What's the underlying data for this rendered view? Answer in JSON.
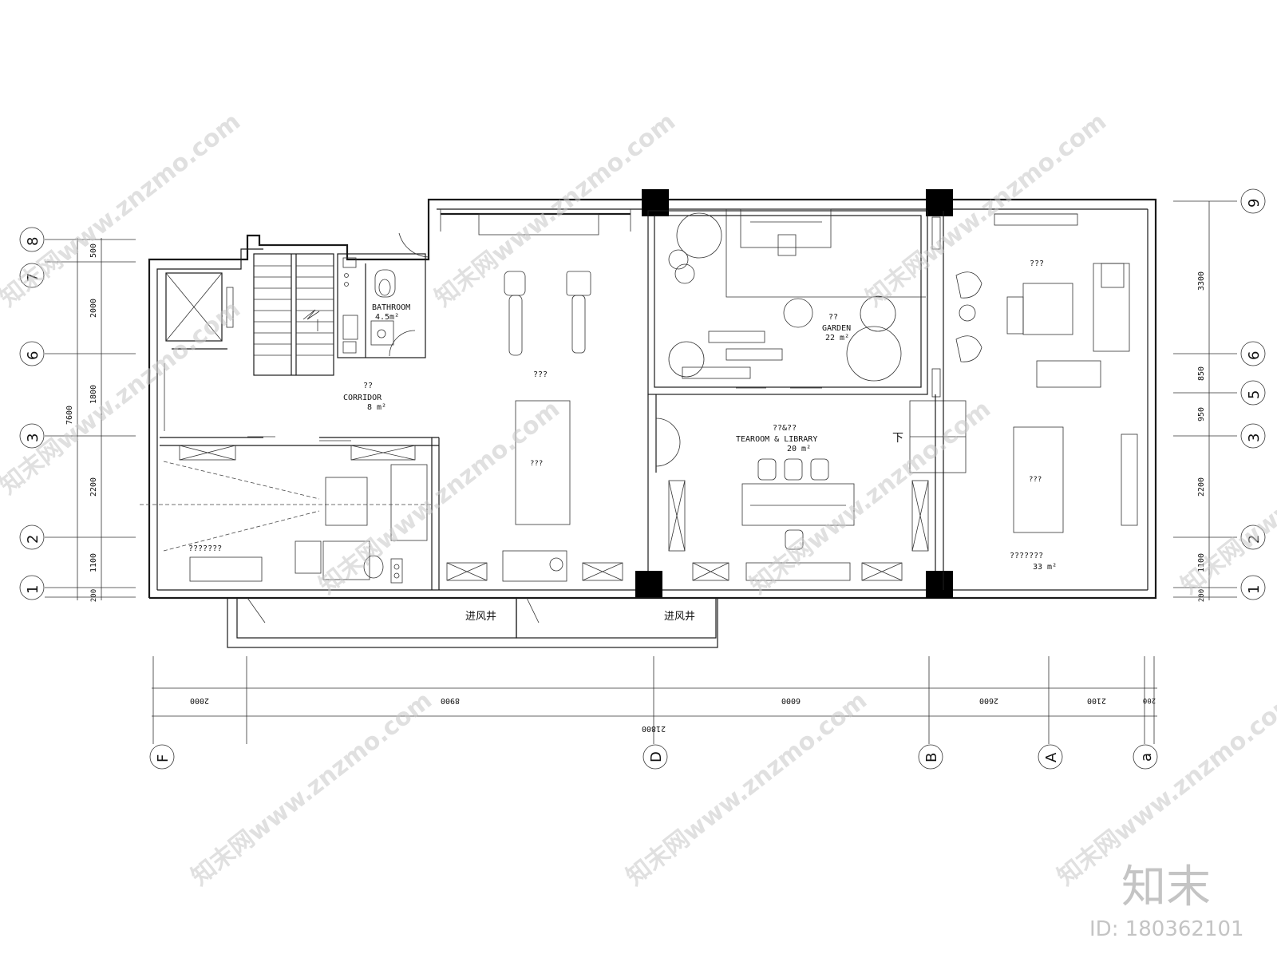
{
  "rooms": {
    "bathroom": {
      "label": "BATHROOM",
      "area": "4.5m²"
    },
    "corridor": {
      "code": "??",
      "label": "CORRIDOR",
      "area": "8 m²"
    },
    "gym": {
      "label": "???",
      "table": "???"
    },
    "garden": {
      "code": "??",
      "label": "GARDEN",
      "area": "22 m²"
    },
    "tearoom": {
      "code": "??&??",
      "label": "TEAROOM & LIBRARY",
      "area": "20 m²"
    },
    "living": {
      "label": "???",
      "table": "???",
      "name": "???????",
      "area": "33 m²"
    },
    "bedroom": {
      "name": "???????"
    },
    "stair_down": "下"
  },
  "shafts": [
    "进风井",
    "进风井"
  ],
  "grid_right": [
    "9",
    "6",
    "5",
    "3",
    "2",
    "1"
  ],
  "grid_left": [
    "8",
    "7",
    "6",
    "3",
    "2",
    "1"
  ],
  "dims_right": [
    "3300",
    "850",
    "950",
    "2200",
    "1100",
    "200"
  ],
  "dims_left": [
    "500",
    "2000",
    "1800",
    "2200",
    "1100",
    "200"
  ],
  "dim_left_total": "7600",
  "grid_bottom": [
    "F",
    "D",
    "B",
    "A",
    "a"
  ],
  "dims_bottom": [
    "2000",
    "8900",
    "6000",
    "2600",
    "2100",
    "200"
  ],
  "dim_bottom_total": "21800",
  "watermark": "知末网www.znzmo.com",
  "brand": {
    "logo": "知末",
    "id": "ID: 180362101"
  }
}
